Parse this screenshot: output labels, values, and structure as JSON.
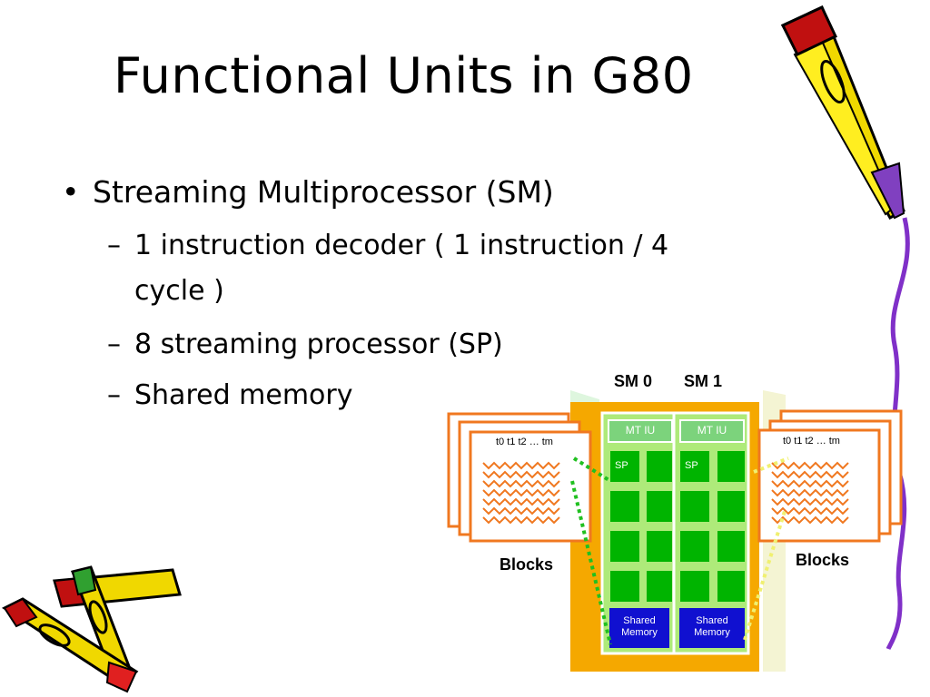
{
  "title": "Functional Units in G80",
  "bullets": {
    "main": "Streaming Multiprocessor (SM)",
    "sub1_line1": "1 instruction decoder ( 1 instruction / 4",
    "sub1_line2": "cycle )",
    "sub2": "8 streaming processor (SP)",
    "sub3": "Shared memory"
  },
  "diagram": {
    "sm0": "SM 0",
    "sm1": "SM 1",
    "mtiu": "MT IU",
    "sp": "SP",
    "shared_memory_1": "Shared",
    "shared_memory_2": "Memory",
    "threads": "t0 t1 t2 … tm",
    "blocks": "Blocks"
  },
  "colors": {
    "orange_block": "#f07820",
    "sm_outer": "#f5a800",
    "sm_inner": "#aeea7a",
    "sp_green": "#00b400",
    "mtiu_green": "#7cd37c",
    "shared_blue": "#1010d0",
    "dotted_green": "#20c020",
    "dotted_yellow": "#f0f070"
  }
}
